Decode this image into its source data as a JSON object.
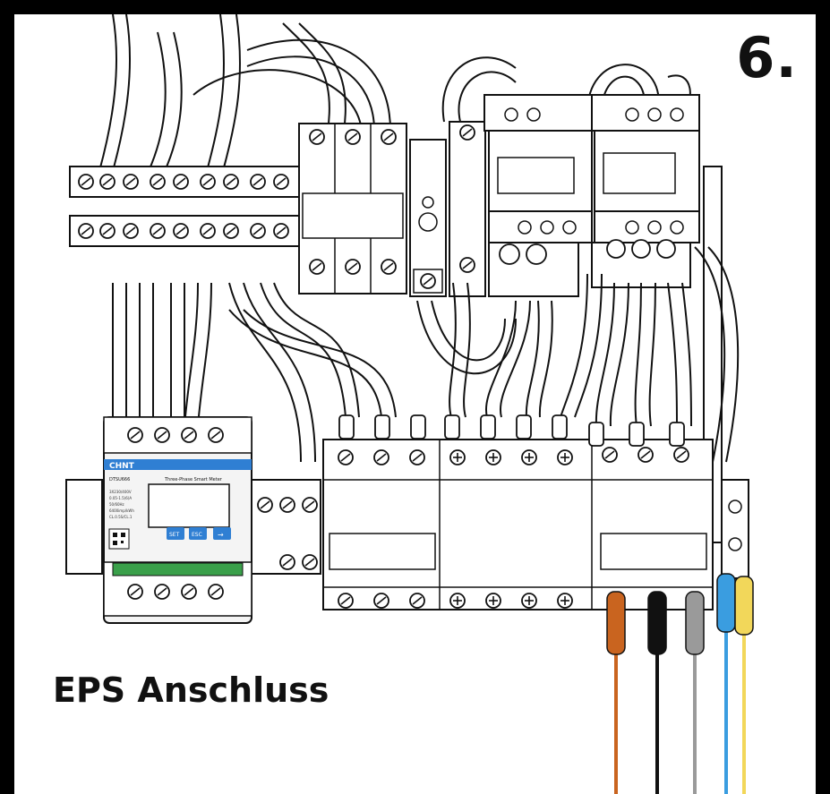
{
  "step_number": "6.",
  "caption": "EPS Anschluss",
  "meter": {
    "brand": "CHNT",
    "model": "DTSU666",
    "product_name": "Three-Phase Smart Meter",
    "specs": [
      "3X230/400V",
      "0.05-1.5(6)A",
      "50/60Hz",
      "6400imp/kWh",
      "CL.0.5S/CL.1"
    ],
    "buttons": [
      "SET",
      "ESC",
      "→"
    ]
  },
  "colors": {
    "frame": "#000000",
    "background": "#ffffff",
    "meter_accent": "#2f7fd3",
    "wire_brown": "#c9641f",
    "wire_black": "#111111",
    "wire_grey": "#9a9a9a",
    "wire_blue": "#3a9de0",
    "wire_yellow": "#f2d75a"
  },
  "output_wires": [
    "brown",
    "black",
    "grey",
    "blue",
    "yellow"
  ]
}
